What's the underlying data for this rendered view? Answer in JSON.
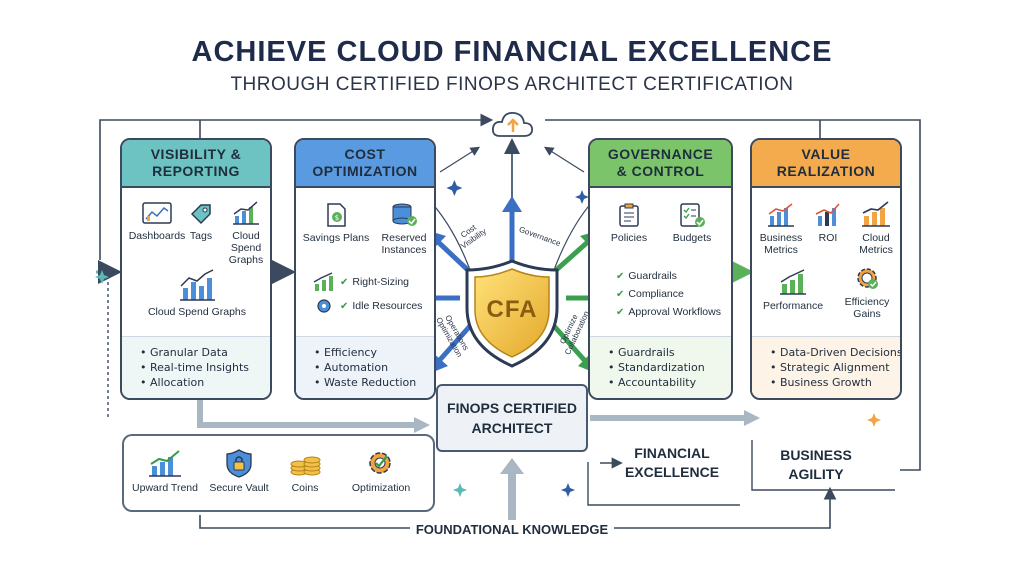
{
  "title": "ACHIEVE CLOUD FINANCIAL EXCELLENCE",
  "subtitle": "THROUGH CERTIFIED FINOPS ARCHITECT CERTIFICATION",
  "panels": [
    {
      "title": "VISIBILITY & REPORTING",
      "color": "#5bb8b6",
      "items": [
        "Dashboards",
        "Tags",
        "Cloud Spend Graphs",
        "Cloud Spend Graphs"
      ],
      "bullets": [
        "Granular Data",
        "Real-time Insights",
        "Allocation"
      ]
    },
    {
      "title": "COST OPTIMIZATION",
      "color": "#4a8fd8",
      "items": [
        "Savings Plans",
        "Reserved Instances",
        "Right-Sizing",
        "Idle Resources"
      ],
      "bullets": [
        "Efficiency",
        "Automation",
        "Waste Reduction"
      ]
    },
    {
      "title": "GOVERNANCE & CONTROL",
      "color": "#6dbb5a",
      "items": [
        "Policies",
        "Budgets"
      ],
      "checks": [
        "Guardrails",
        "Compliance",
        "Approval Workflows"
      ],
      "bullets": [
        "Guardrails",
        "Standardization",
        "Accountability"
      ]
    },
    {
      "title": "VALUE REALIZATION",
      "color": "#f2a443",
      "items": [
        "Business Metrics",
        "ROI",
        "Cloud Metrics",
        "Performance",
        "Efficiency Gains"
      ],
      "bullets": [
        "Data-Driven Decisions",
        "Strategic Alignment",
        "Business Growth"
      ]
    }
  ],
  "shield": {
    "text": "CFA",
    "arrow_labels": [
      "Cost Visibility",
      "Governance",
      "Operations Optimization",
      "Optimize Collaboration"
    ]
  },
  "center_label": "FINOPS CERTIFIED ARCHITECT",
  "foundation_items": [
    "Upward Trend",
    "Secure Vault",
    "Coins",
    "Optimization"
  ],
  "financial_excellence": "FINANCIAL EXCELLENCE",
  "business_agility": "BUSINESS AGILITY",
  "foundational_knowledge": "FOUNDATIONAL KNOWLEDGE",
  "colors": {
    "teal": "#5bb8b6",
    "blue": "#4a8fd8",
    "green": "#6dbb5a",
    "orange": "#f2a443",
    "navy": "#1f2b4b",
    "shield_gold": "#f5c84a"
  }
}
